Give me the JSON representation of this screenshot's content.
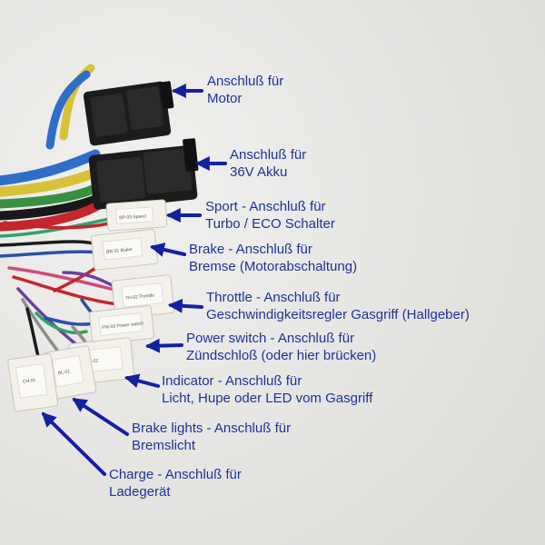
{
  "colors": {
    "background": "#e9e9e7",
    "label_text": "#1d2f98",
    "arrow": "#1420a0",
    "connector_black": "#1b1b1b",
    "connector_white": "#f3f1ea"
  },
  "connectors": {
    "sport_tag": "SP-03 Speed",
    "brake_tag": "BR-01 Brake",
    "throttle_tag": "TH-02 Throttle",
    "power_tag": "PW-03 Power switch",
    "indicator_tag": "IN-02",
    "brake_lights_tag": "BL-01",
    "charge_tag": "CH-01"
  },
  "labels": {
    "motor": {
      "line1": "Anschluß für",
      "line2": "Motor"
    },
    "battery": {
      "line1": "Anschluß für",
      "line2": "36V Akku"
    },
    "sport": {
      "line1": "Sport - Anschluß für",
      "line2": "Turbo / ECO Schalter"
    },
    "brake": {
      "line1": "Brake - Anschluß für",
      "line2": "Bremse (Motorabschaltung)"
    },
    "throttle": {
      "line1": "Throttle - Anschluß für",
      "line2": "Geschwindigkeitsregler Gasgriff (Hallgeber)"
    },
    "power": {
      "line1": "Power switch - Anschluß für",
      "line2": "Zündschloß (oder hier brücken)"
    },
    "indicator": {
      "line1": "Indicator - Anschluß für",
      "line2": "Licht, Hupe oder LED vom Gasgriff"
    },
    "brake_lights": {
      "line1": "Brake lights - Anschluß für",
      "line2": "Bremslicht"
    },
    "charge": {
      "line1": "Charge - Anschluß für",
      "line2": "Ladegerät"
    }
  }
}
